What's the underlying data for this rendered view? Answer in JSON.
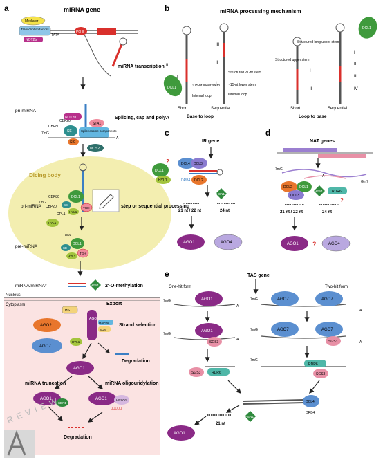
{
  "panels": {
    "a": {
      "label": "a",
      "title": "miRNA gene",
      "mediator": "Mediator",
      "tf": "Transcription factors",
      "tata": "TATA",
      "polII": "Pol II",
      "not2b": "NOT2b",
      "transcription": "miRNA transcription",
      "pri_mirna": "pri-miRNA",
      "cbp80": "CBP80",
      "cbp20": "CBP20",
      "m7g": "7mG",
      "not2b_2": "NOT2b",
      "sta1": "STA1",
      "splicing": "Splicing, cap and polyA",
      "an": "A",
      "se": "SE",
      "spliceosome": "Spliceosome components",
      "sic": "SIC",
      "mos2": "MOS2",
      "dicing_body": "Dicing body",
      "cbp80_2": "CBP80",
      "cbp20_2": "CBP20",
      "m7g_2": "7mG",
      "se_2": "SE",
      "cpl1": "CPL1",
      "dcl1": "DCL1",
      "hyl1": "HYL1",
      "tgh": "TGH",
      "pri_mirna_2": "pri-miRNA",
      "hyl1_2": "HYL1",
      "step": "step or sequential processing",
      "ddl": "DDL",
      "dcl1_2": "DCL1",
      "se_3": "SE",
      "pre_mirna": "pre-miRNA",
      "hyl1_3": "HYL1",
      "tgh_2": "TGH",
      "duplex": "miRNA/miRNA*",
      "hen1": "HEN1",
      "methylation": "2′-O-methylation",
      "nucleus": "Nucleus",
      "export": "Export",
      "cytoplasm": "Cytoplasm",
      "hst": "HST",
      "ago2": "AGO2",
      "ago7": "AGO7",
      "ago_vertical": "AGO",
      "hsp90": "HSP90",
      "sqn": "SQN",
      "strand": "Strand selection",
      "hyl1_4": "HYL1",
      "degradation": "Degradation",
      "ago1": "AGO1",
      "truncation": "miRNA truncation",
      "oligouridylation": "miRNA oligouridylation",
      "ago1_b": "AGO1",
      "sdn1": "SDN1",
      "ago1_c": "AGO1",
      "heso1": "HESO1",
      "uuuu": "UUUUU",
      "degradation_2": "Degradation"
    },
    "b": {
      "label": "b",
      "title": "miRNA processing mechanism",
      "dcl1_left": "DCL1",
      "dcl1_right": "DCL1",
      "ii": "II",
      "i": "I",
      "iii": "III",
      "iv": "IV",
      "lower_stem": "~15-nt lower stem",
      "internal_loop": "Internal loop",
      "structured_21": "Structured 21-nt stem",
      "lower_stem_2": "~15-nt lower stem",
      "internal_loop_2": "Internal loop",
      "structured_upper": "Structured upper stem",
      "structured_long": "Structured long upper stem",
      "short": "Short",
      "sequential": "Sequential",
      "short_2": "Short",
      "sequential_2": "Sequential",
      "base_to_loop": "Base to loop",
      "loop_to_base": "Loop to base"
    },
    "c": {
      "label": "c",
      "title": "IR gene",
      "dcl4": "DCL4",
      "dcl2": "DCL2",
      "dcl1": "DCL1",
      "dcl3": "DCL3",
      "drb4": "DRB4",
      "hyl1": "HYL1",
      "q": "?",
      "hen1": "HEN1",
      "nt21": "21 nt / 22 nt",
      "nt24": "24 nt",
      "ago1": "AGO1",
      "ago4": "AGO4"
    },
    "d": {
      "label": "d",
      "title": "NAT genes",
      "m7g": "7mG",
      "an": "A",
      "gm7": "Gm7",
      "dcl2": "DCL2",
      "dcl1": "DCL1",
      "dcl3": "DCL3",
      "hen1": "HEN1",
      "rdr6": "RDR6",
      "q": "?",
      "nt21": "21 nt / 22 nt",
      "nt24": "24 nt",
      "ago1": "AGO1",
      "q2": "?",
      "ago4": "AGO4"
    },
    "e": {
      "label": "e",
      "title": "TAS gene",
      "one_hit": "One-hit form",
      "two_hit": "Two-hit form",
      "m7g": "7mG",
      "ago1": "AGO1",
      "ago7": "AGO7",
      "sgs3": "SGS3",
      "rdr6": "RDR6",
      "dcl4": "DCL4",
      "drb4": "DRB4",
      "hen1": "HEN1",
      "nt21": "21 nt",
      "an": "A"
    }
  },
  "watermark": "REVIEW",
  "colors": {
    "ago": "#8a2a86",
    "ago_light": "#5b8fd0",
    "dcl": "#3f9a3c",
    "hyl1": "#a3c43d",
    "se": "#2e8f8f",
    "tgh": "#f08a9c",
    "hen1": "#2f8a3d",
    "rdr6": "#4fb7a8",
    "sgs3": "#e890a6",
    "dicing": "#f3eeb0",
    "cytoplasm": "#fbe3e2",
    "pol2": "#d9302c",
    "not2b": "#b8308b",
    "red_rna": "#d9302c",
    "blue_rna": "#3b7fc4"
  }
}
